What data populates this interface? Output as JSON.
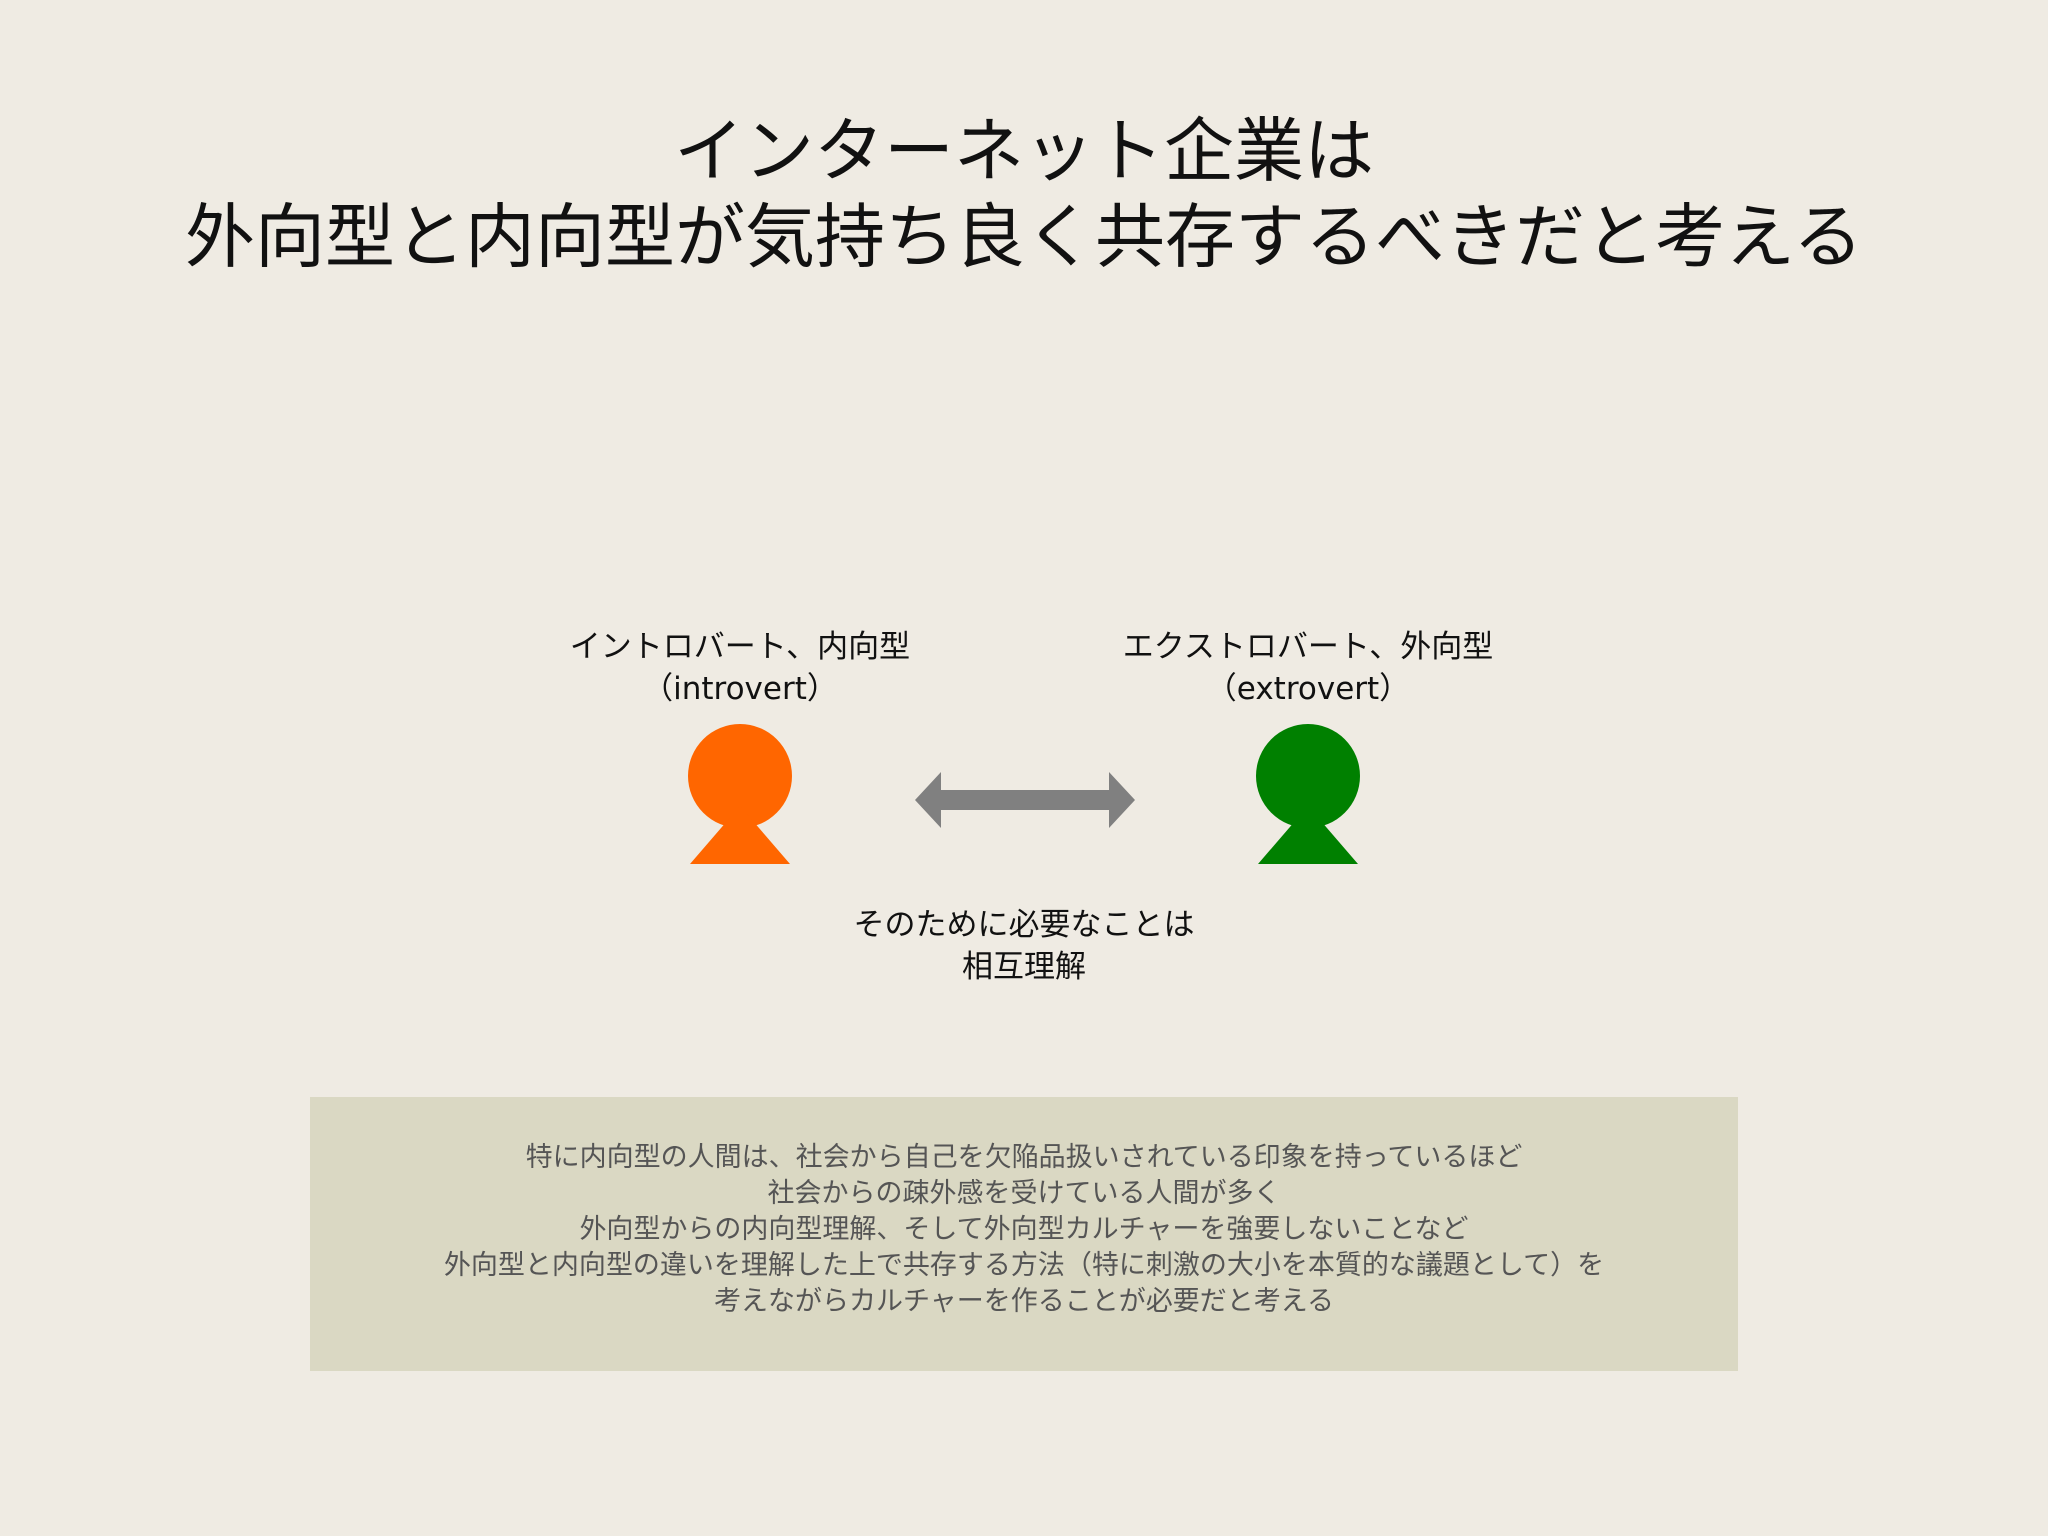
{
  "title": {
    "line1": "インターネット企業は",
    "line2": "外向型と内向型が気持ち良く共存するべきだと考える"
  },
  "introvert": {
    "label_line1": "イントロバート、内向型",
    "label_line2": "（introvert）",
    "color": "#ff6600"
  },
  "extrovert": {
    "label_line1": "エクストロバート、外向型",
    "label_line2": "（extrovert）",
    "color": "#008000"
  },
  "arrow": {
    "icon": "double-headed-arrow",
    "color": "#808080"
  },
  "need": {
    "line1": "そのために必要なことは",
    "line2": "相互理解"
  },
  "note": {
    "lines": [
      "特に内向型の人間は、社会から自己を欠陥品扱いされている印象を持っているほど",
      "社会からの疎外感を受けている人間が多く",
      "外向型からの内向型理解、そして外向型カルチャーを強要しないことなど",
      "外向型と内向型の違いを理解した上で共存する方法（特に刺激の大小を本質的な議題として）を",
      "考えながらカルチャーを作ることが必要だと考える"
    ],
    "background": "#dad8c3"
  }
}
